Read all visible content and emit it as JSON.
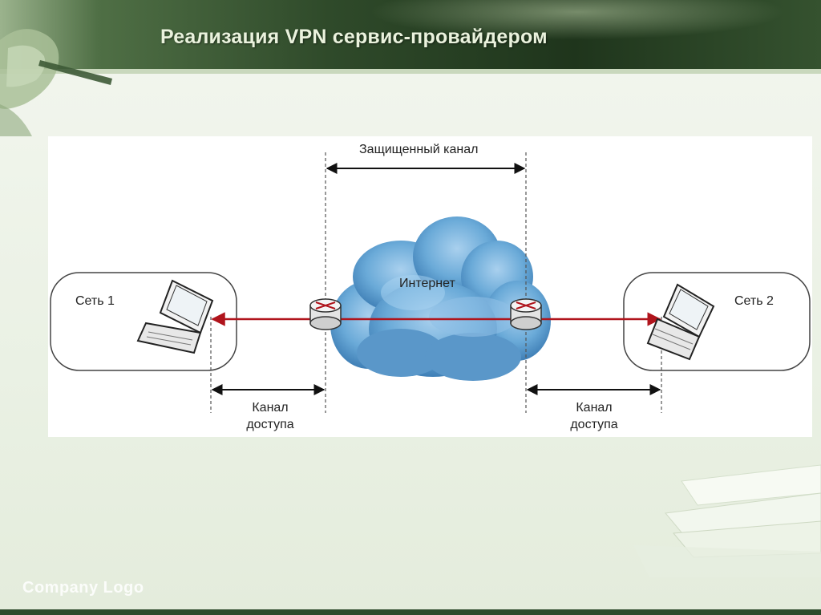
{
  "slide": {
    "title": "Реализация VPN сервис-провайдером",
    "footer_logo": "Company Logo"
  },
  "diagram": {
    "secure_channel_label": "Защищенный канал",
    "internet_label": "Интернет",
    "network1_label": "Сеть 1",
    "network2_label": "Сеть 2",
    "access_channel_left": [
      "Канал",
      "доступа"
    ],
    "access_channel_right": [
      "Канал",
      "доступа"
    ],
    "colors": {
      "tunnel_line": "#b0141c",
      "cloud": "#5e9fd0",
      "header_dark": "#1f351c"
    }
  }
}
